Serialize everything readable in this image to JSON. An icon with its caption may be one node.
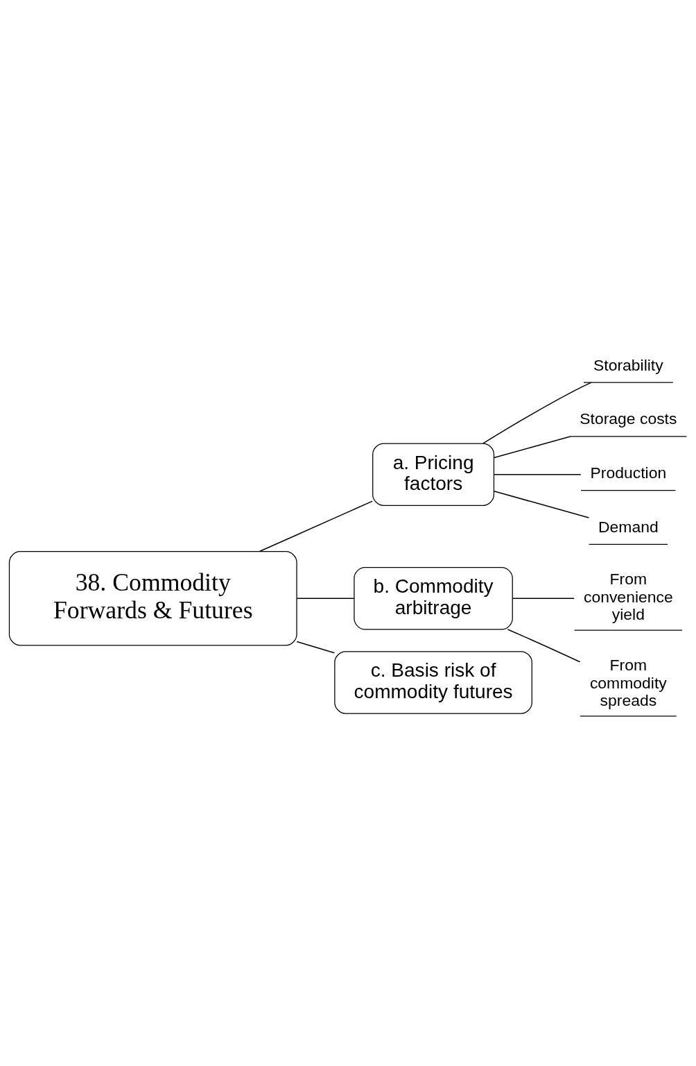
{
  "diagram": {
    "nodes": [
      {
        "text": [
          "38. Commodity Forwards & Futures"
        ]
      },
      {
        "text": [
          "a. Pricing factors"
        ]
      },
      {
        "text": [
          "Storability"
        ]
      },
      {
        "text": [
          "Storage costs"
        ]
      },
      {
        "text": [
          "Production"
        ]
      },
      {
        "text": [
          "Demand"
        ]
      },
      {
        "text": [
          "b. Commodity arbitrage"
        ]
      },
      {
        "text": [
          "From convenience yield"
        ]
      },
      {
        "text": [
          "From commodity spreads"
        ]
      },
      {
        "text": [
          "c. Basis risk of commodity futures"
        ]
      }
    ],
    "edges": [
      {
        "from": 0,
        "to": 1,
        "arrow": "none"
      },
      {
        "from": 1,
        "to": 2,
        "arrow": "none"
      },
      {
        "from": 1,
        "to": 3,
        "arrow": "none"
      },
      {
        "from": 1,
        "to": 4,
        "arrow": "none"
      },
      {
        "from": 1,
        "to": 5,
        "arrow": "none"
      },
      {
        "from": 0,
        "to": 6,
        "arrow": "none"
      },
      {
        "from": 6,
        "to": 7,
        "arrow": "none"
      },
      {
        "from": 6,
        "to": 8,
        "arrow": "none"
      },
      {
        "from": 0,
        "to": 9,
        "arrow": "none"
      }
    ]
  }
}
